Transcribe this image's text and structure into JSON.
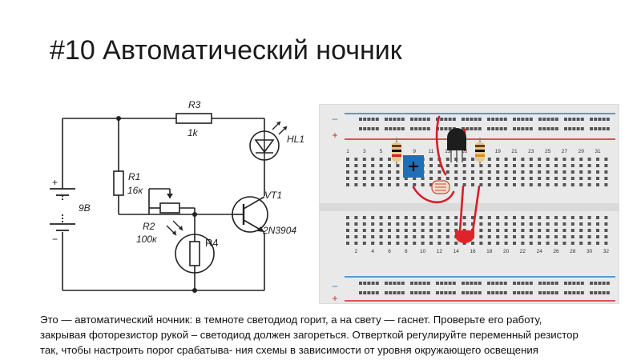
{
  "title": "#10 Автоматический ночник",
  "schematic": {
    "labels": {
      "r3": "R3",
      "r3_value": "1k",
      "hl1": "HL1",
      "r1": "R1",
      "r1_value": "16к",
      "vt1": "VT1",
      "battery_value": "9В",
      "battery_plus": "+",
      "battery_minus": "−",
      "r2": "R2",
      "r2_value": "100к",
      "r4": "R4",
      "transistor_model": "2N3904"
    }
  },
  "breadboard": {
    "rail_minus": "–",
    "rail_plus": "+",
    "top_numbers": [
      "1",
      "3",
      "5",
      "7",
      "9",
      "11",
      "13",
      "15",
      "17",
      "19",
      "21",
      "23",
      "25",
      "27",
      "29",
      "31"
    ],
    "bottom_numbers": [
      "2",
      "4",
      "6",
      "8",
      "10",
      "12",
      "14",
      "16",
      "18",
      "20",
      "22",
      "24",
      "26",
      "28",
      "30",
      "32"
    ],
    "colors": {
      "board": "#e9e9e9",
      "blue_rail": "#2a7fc0",
      "red_rail": "#d62020",
      "potentiometer": "#1f6fb8",
      "led": "#e0232a",
      "wire": "#d41f2a"
    }
  },
  "caption": {
    "line1": "Это — автоматический ночник: в темноте светодиод горит, а на свету — гаснет. Проверьте его работу,",
    "line2": "закрывая фоторезистор рукой – светодиод должен загореться. Отверткой регулируйте переменный резистор",
    "line3": "так, чтобы настроить порог срабатыва- ния схемы в зависимости от уровня окружающего освещения"
  }
}
